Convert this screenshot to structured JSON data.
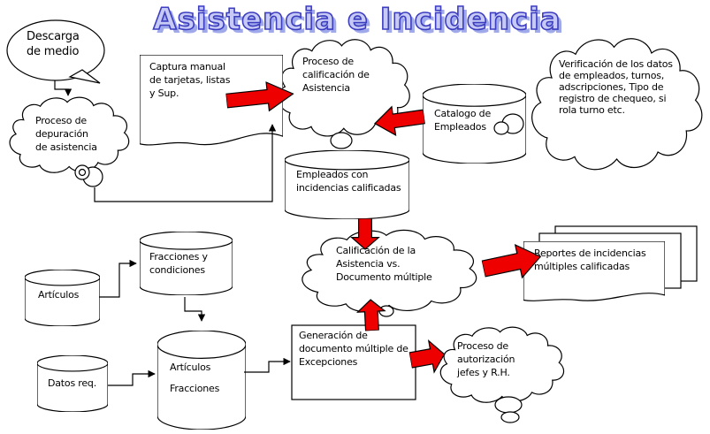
{
  "title": "Asistencia e Incidencia",
  "colors": {
    "arrow_red": "#ee0000",
    "db_yellow": "#ffffc0",
    "shape_white": "#ffffff",
    "title_fill": "#c6caf4",
    "title_outline": "#3d3dc0",
    "title_shadow": "#a0aaea"
  },
  "nodes": {
    "descarga": {
      "type": "oval-callout",
      "lines": [
        "Descarga",
        "de medio"
      ]
    },
    "depuracion": {
      "type": "thought-cloud",
      "lines": [
        "Proceso de",
        "depuración",
        "de asistencia"
      ]
    },
    "captura": {
      "type": "document",
      "lines": [
        "Captura manual",
        "de tarjetas, listas",
        "y Sup."
      ]
    },
    "calificacion_asistencia": {
      "type": "thought-cloud",
      "lines": [
        "Proceso de",
        "calificación de",
        "Asistencia"
      ]
    },
    "catalogo": {
      "type": "database-cylinder",
      "lines": [
        "Catalogo de",
        "Empleados"
      ]
    },
    "verificacion": {
      "type": "thought-cloud",
      "lines": [
        "Verificación de los datos",
        "de empleados, turnos,",
        "adscripciones, Tipo de",
        "registro de chequeo, si",
        "rola turno etc."
      ]
    },
    "empleados_incidencias": {
      "type": "database-cylinder-yellow",
      "lines": [
        "Empleados con",
        "incidencias calificadas"
      ]
    },
    "calificacion_vs": {
      "type": "thought-cloud",
      "lines": [
        "Calificación de la",
        "Asistencia vs.",
        "Documento múltiple"
      ]
    },
    "reportes": {
      "type": "multi-document",
      "lines": [
        "Reportes de incidencias",
        "múltiples calificadas"
      ]
    },
    "fracciones_condiciones": {
      "type": "database-cylinder",
      "lines": [
        "Fracciones y",
        "condiciones"
      ]
    },
    "articulos": {
      "type": "database-cylinder",
      "lines": [
        "Artículos"
      ]
    },
    "datos_req": {
      "type": "database-cylinder",
      "lines": [
        "Datos req."
      ]
    },
    "articulos_fracciones": {
      "type": "database-cylinder-yellow",
      "lines": [
        "Artículos",
        "Fracciones"
      ]
    },
    "generacion": {
      "type": "rectangle",
      "lines": [
        "Generación de",
        "documento múltiple de",
        "Excepciones"
      ]
    },
    "autorizacion": {
      "type": "thought-cloud",
      "lines": [
        "Proceso de",
        "autorización",
        "jefes y R.H."
      ]
    }
  }
}
